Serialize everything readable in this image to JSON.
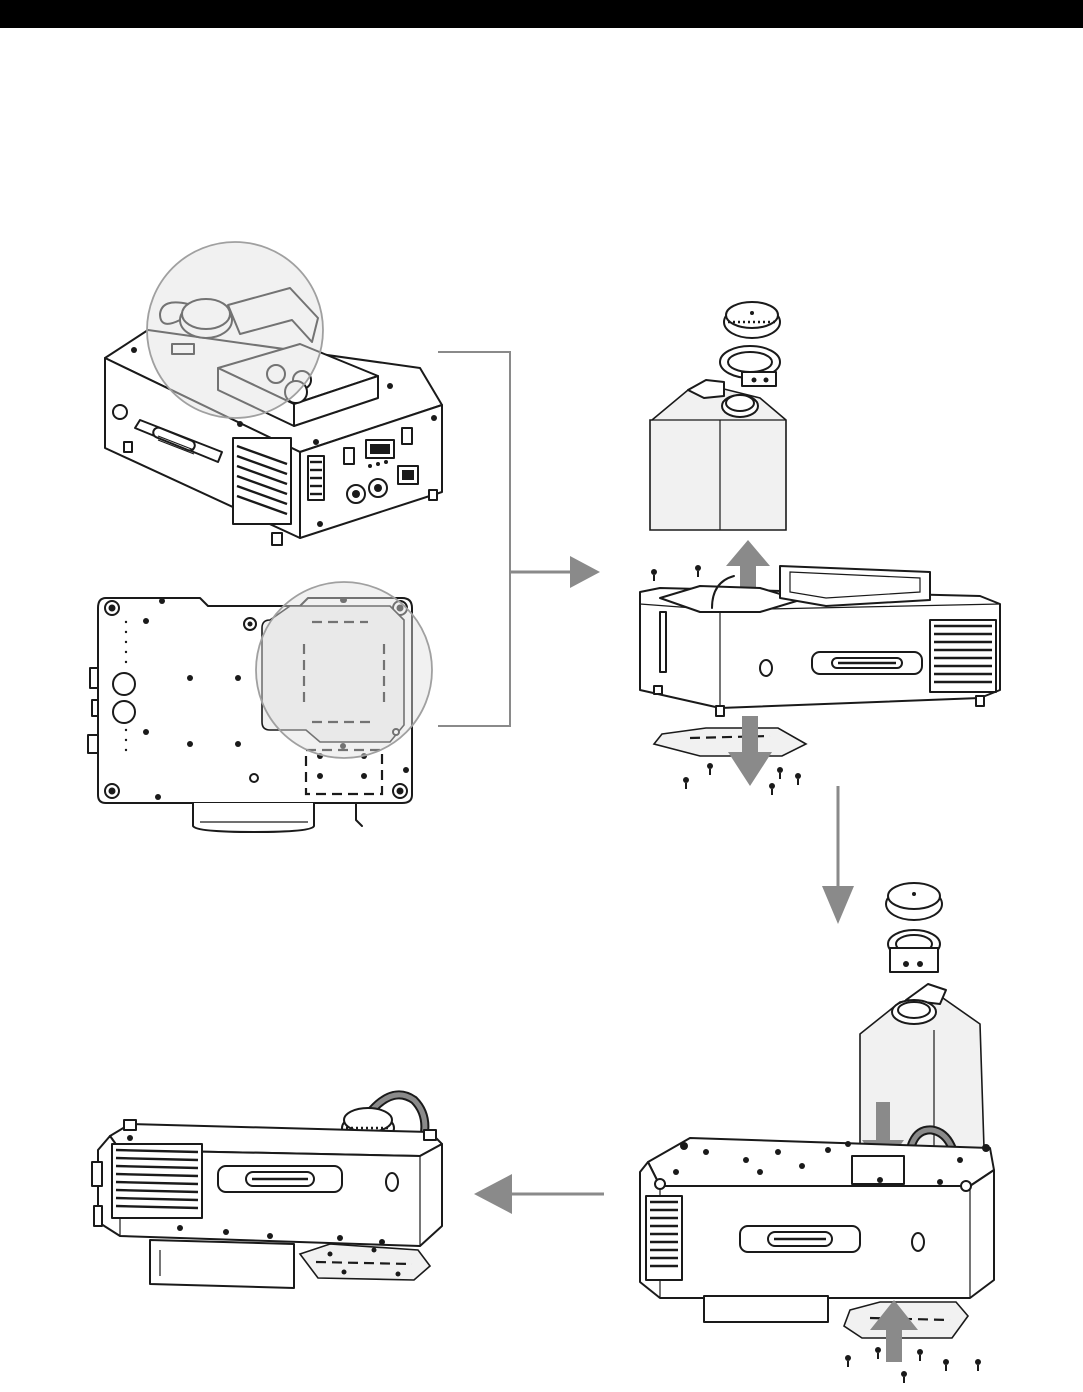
{
  "colors": {
    "top_bar": "#000000",
    "line_art": "#1a1a1a",
    "arrow": "#8a8a8a",
    "highlight_circle": "#a0a0a0",
    "background": "#ffffff"
  },
  "figures": {
    "unit_top_iso": "machine-isometric-top",
    "unit_bottom_view": "machine-bottom-plan",
    "tank_removal": "tank-removal-exploded",
    "tank_install": "tank-install-exploded",
    "unit_inverted": "machine-inverted-final"
  },
  "arrows": [
    "bracket-right",
    "down",
    "left"
  ]
}
